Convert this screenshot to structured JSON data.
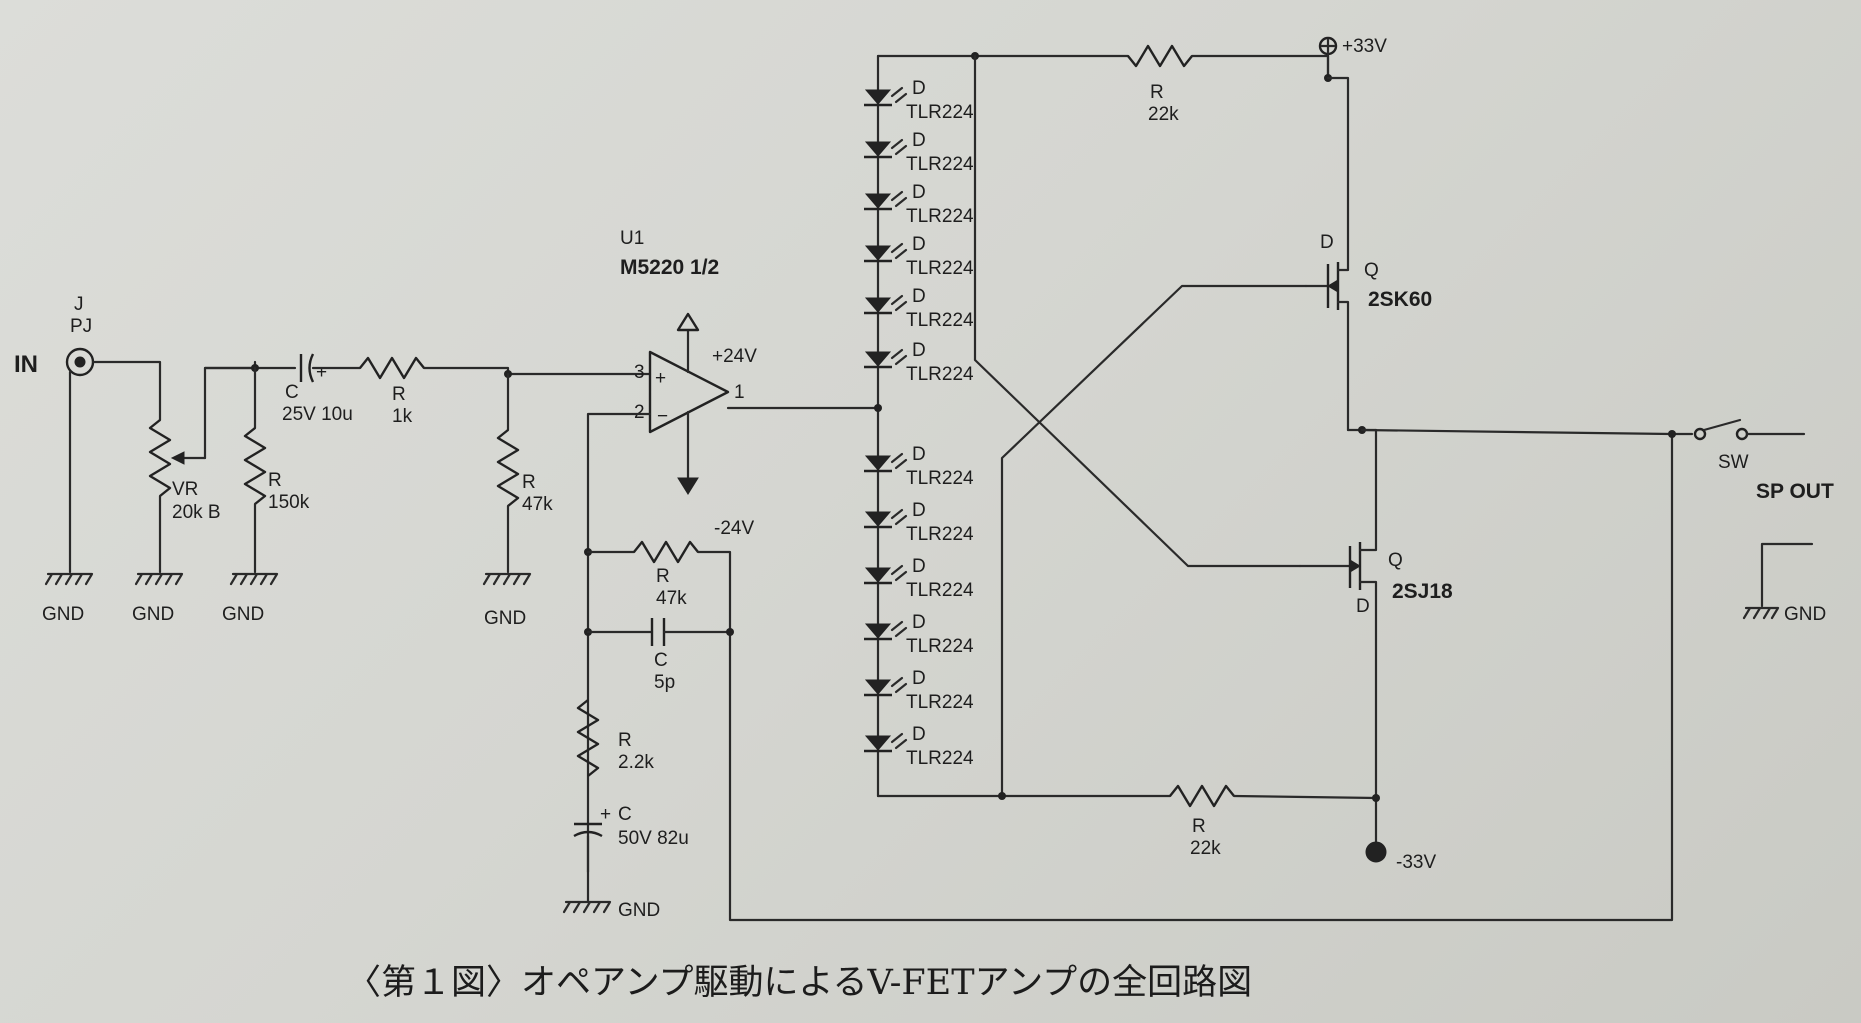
{
  "caption": "〈第１図〉オペアンプ駆動によるV-FETアンプの全回路図",
  "input": {
    "label": "IN",
    "jack_ref": "J",
    "jack_name": "PJ"
  },
  "vr": {
    "ref": "VR",
    "value": "20k B"
  },
  "c_in": {
    "ref": "C",
    "value": "25V 10u"
  },
  "r_1k": {
    "ref": "R",
    "value": "1k"
  },
  "r_150k": {
    "ref": "R",
    "value": "150k"
  },
  "r_47k_in": {
    "ref": "R",
    "value": "47k"
  },
  "opamp": {
    "ref": "U1",
    "part": "M5220 1/2",
    "pin3": "3",
    "pin2": "2",
    "pin1": "1",
    "plus": "+",
    "minus": "−",
    "vpos": "+24V",
    "vneg": "-24V"
  },
  "r_fb": {
    "ref": "R",
    "value": "47k"
  },
  "c_fb": {
    "ref": "C",
    "value": "5p"
  },
  "r_2k2": {
    "ref": "R",
    "value": "2.2k"
  },
  "c_82u": {
    "ref": "C",
    "value": "50V 82u"
  },
  "gnd": {
    "label": "GND"
  },
  "leds": [
    {
      "ref": "D",
      "part": "TLR224"
    },
    {
      "ref": "D",
      "part": "TLR224"
    },
    {
      "ref": "D",
      "part": "TLR224"
    },
    {
      "ref": "D",
      "part": "TLR224"
    },
    {
      "ref": "D",
      "part": "TLR224"
    },
    {
      "ref": "D",
      "part": "TLR224"
    },
    {
      "ref": "D",
      "part": "TLR224"
    },
    {
      "ref": "D",
      "part": "TLR224"
    },
    {
      "ref": "D",
      "part": "TLR224"
    },
    {
      "ref": "D",
      "part": "TLR224"
    },
    {
      "ref": "D",
      "part": "TLR224"
    },
    {
      "ref": "D",
      "part": "TLR224"
    }
  ],
  "r_top": {
    "ref": "R",
    "value": "22k"
  },
  "r_bot": {
    "ref": "R",
    "value": "22k"
  },
  "supply_pos": {
    "label": "+33V"
  },
  "supply_neg": {
    "label": "-33V"
  },
  "q_top": {
    "ref": "Q",
    "part": "2SK60"
  },
  "q_bot": {
    "ref": "Q",
    "part": "2SJ18"
  },
  "switch": {
    "ref": "SW"
  },
  "output": {
    "label": "SP OUT"
  }
}
